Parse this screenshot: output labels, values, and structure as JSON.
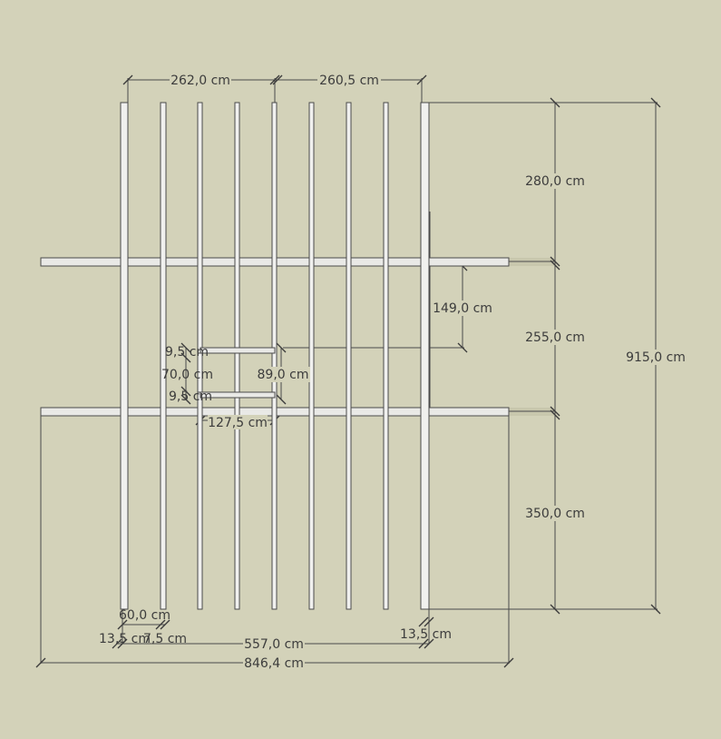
{
  "dimensions": {
    "top_left": "262,0 cm",
    "top_right": "260,5 cm",
    "right_1": "280,0 cm",
    "right_2": "255,0 cm",
    "right_3": "350,0 cm",
    "total_height": "915,0 cm",
    "opening_depth": "149,0 cm",
    "trimmer_top": "9,5 cm",
    "opening_inner": "70,0 cm",
    "opening_outer": "89,0 cm",
    "trimmer_bottom": "9,5 cm",
    "opening_width": "127,5 cm",
    "spacing": "60,0 cm",
    "joist_left": "13,5 cm",
    "joist_width": "7,5 cm",
    "joist_right": "13,5 cm",
    "inner_width": "557,0 cm",
    "total_width": "846,4 cm"
  },
  "colors": {
    "background": "#d3d2b9",
    "member_fill": "#eeeeec",
    "line": "#4a4a4a"
  }
}
